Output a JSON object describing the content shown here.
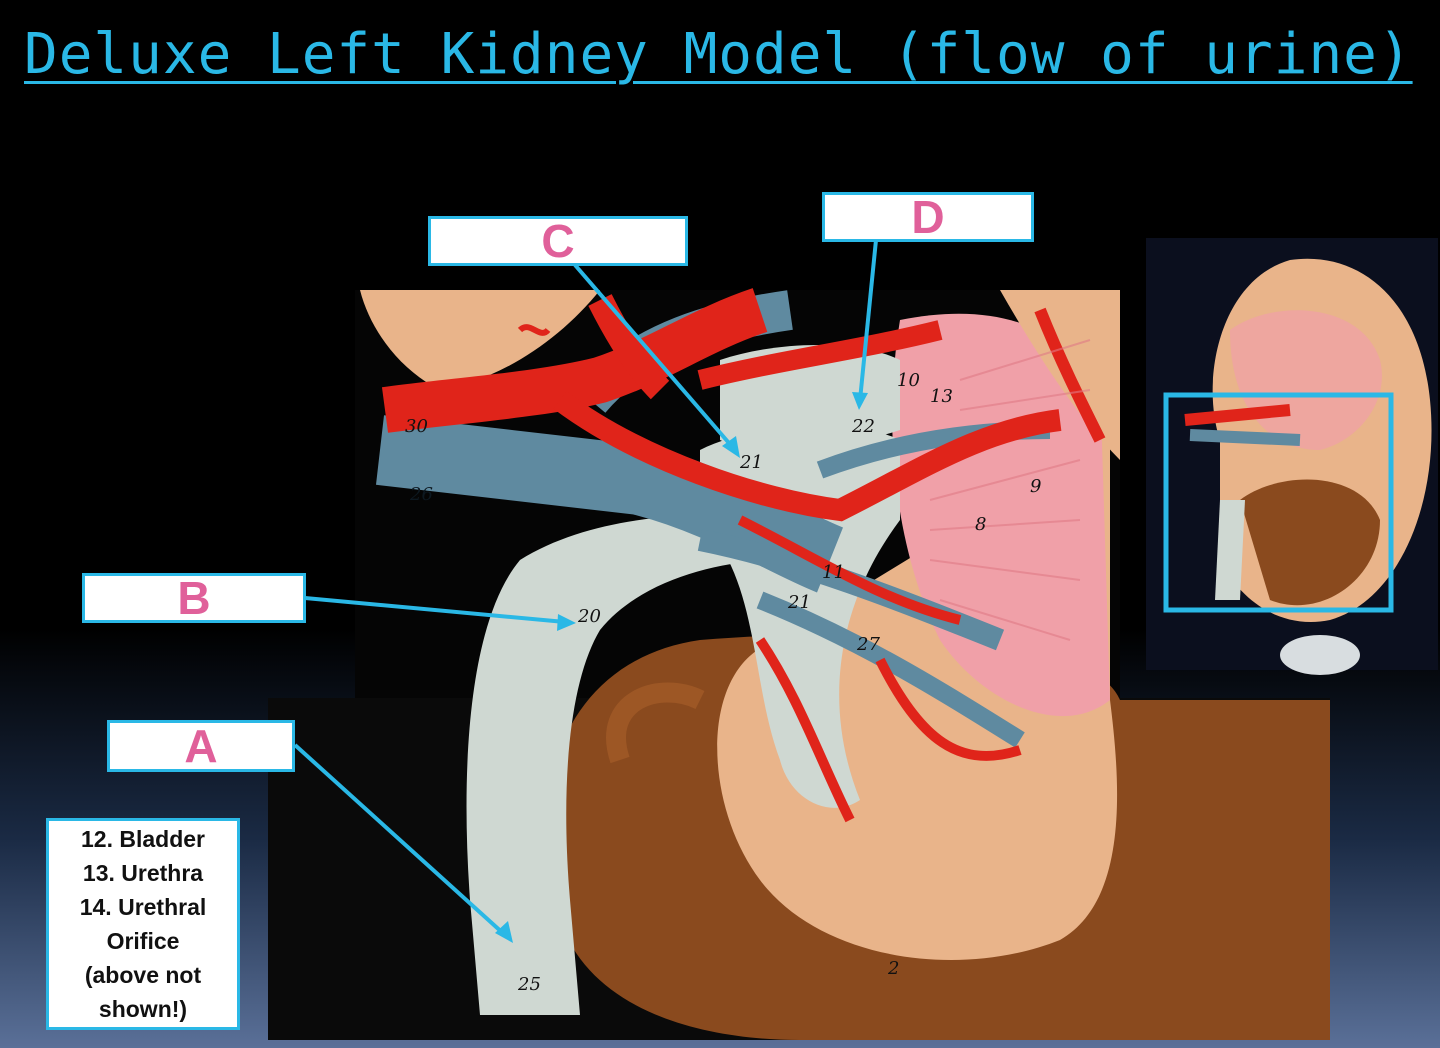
{
  "title": "Deluxe Left Kidney Model (flow of urine)",
  "labels": {
    "A": "A",
    "B": "B",
    "C": "C",
    "D": "D"
  },
  "legend": {
    "lines": [
      "12. Bladder",
      "13. Urethra",
      "14. Urethral",
      "Orifice",
      "(above not",
      "shown!)"
    ]
  },
  "model_numbers": {
    "n30": "30",
    "n26": "26",
    "n21a": "21",
    "n22": "22",
    "n20": "20",
    "n21b": "21",
    "n25": "25",
    "n2": "2",
    "n10": "10",
    "n13": "13",
    "n9": "9",
    "n8": "8",
    "n11": "11",
    "n27": "27"
  },
  "colors": {
    "accent": "#2ab8e6",
    "label_text": "#e0609a",
    "artery": "#e0241a",
    "vein": "#5f8aa0",
    "ureter": "#cfd8d2",
    "cortex": "#e9b48a",
    "medulla": "#f0a0a8",
    "capsule": "#8a4a1e"
  }
}
